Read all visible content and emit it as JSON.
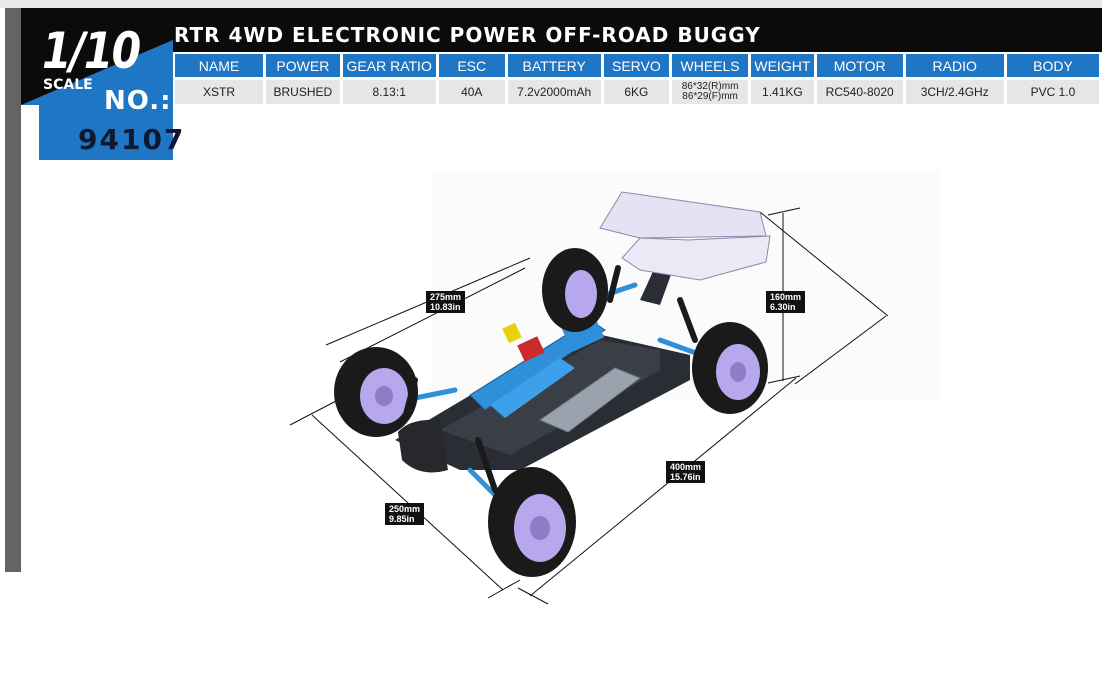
{
  "header": {
    "scale_value": "1/10",
    "scale_label": "SCALE",
    "number_label": "NO.:",
    "number_value": "94107",
    "title": "RTR 4WD ELECTRONIC POWER OFF-ROAD BUGGY"
  },
  "specs": {
    "columns": [
      "NAME",
      "POWER",
      "GEAR RATIO",
      "ESC",
      "BATTERY",
      "SERVO",
      "WHEELS",
      "WEIGHT",
      "MOTOR",
      "RADIO",
      "BODY"
    ],
    "values": [
      "XSTR",
      "BRUSHED",
      "8.13:1",
      "40A",
      "7.2v2000mAh",
      "6KG",
      "86*32(R)mm\n86*29(F)mm",
      "1.41KG",
      "RC540-8020",
      "3CH/2.4GHz",
      "PVC 1.0"
    ]
  },
  "wheels_lines": [
    "86*32(R)mm",
    "86*29(F)mm"
  ],
  "dimensions": {
    "width_top": {
      "mm": "275mm",
      "in": "10.83in"
    },
    "height": {
      "mm": "160mm",
      "in": "6.30in"
    },
    "length": {
      "mm": "400mm",
      "in": "15.76in"
    },
    "width_front": {
      "mm": "250mm",
      "in": "9.85in"
    }
  },
  "colors": {
    "accent_blue": "#1e76c5",
    "header_black": "#0b0b0b",
    "cell_gray": "#e6e6e6",
    "chassis_blue": "#2f8fd8",
    "wheel_purple": "#b7a7ec"
  }
}
